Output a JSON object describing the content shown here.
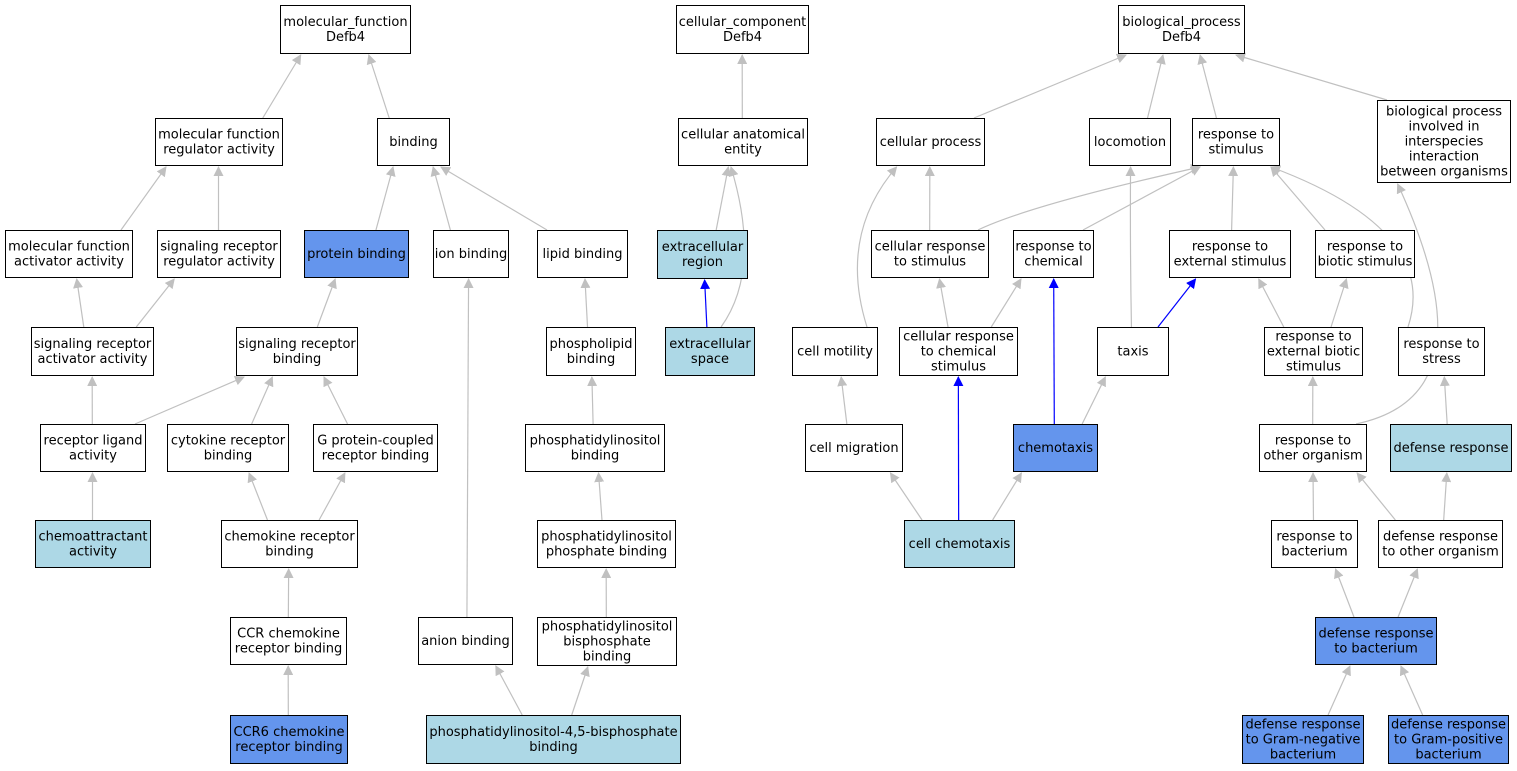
{
  "colors": {
    "plain": "#ffffff",
    "light": "#add8e6",
    "dark": "#6495ed",
    "edge": "#c0c0c0",
    "path_edge": "#0000ff"
  },
  "nodes": [
    {
      "id": "mf_root",
      "lines": [
        "molecular_function",
        "Defb4"
      ],
      "fill": "plain"
    },
    {
      "id": "mf_reg",
      "lines": [
        "molecular function",
        "regulator activity"
      ],
      "fill": "plain"
    },
    {
      "id": "binding",
      "lines": [
        "binding"
      ],
      "fill": "plain"
    },
    {
      "id": "mf_act",
      "lines": [
        "molecular function",
        "activator activity"
      ],
      "fill": "plain"
    },
    {
      "id": "sig_reg",
      "lines": [
        "signaling receptor",
        "regulator activity"
      ],
      "fill": "plain"
    },
    {
      "id": "protein_binding",
      "lines": [
        "protein binding"
      ],
      "fill": "dark"
    },
    {
      "id": "ion_binding",
      "lines": [
        "ion binding"
      ],
      "fill": "plain"
    },
    {
      "id": "lipid_binding",
      "lines": [
        "lipid binding"
      ],
      "fill": "plain"
    },
    {
      "id": "sig_act",
      "lines": [
        "signaling receptor",
        "activator activity"
      ],
      "fill": "plain"
    },
    {
      "id": "sig_bind",
      "lines": [
        "signaling receptor",
        "binding"
      ],
      "fill": "plain"
    },
    {
      "id": "phospholipid",
      "lines": [
        "phospholipid",
        "binding"
      ],
      "fill": "plain"
    },
    {
      "id": "rec_ligand",
      "lines": [
        "receptor ligand",
        "activity"
      ],
      "fill": "plain"
    },
    {
      "id": "cytokine",
      "lines": [
        "cytokine receptor",
        "binding"
      ],
      "fill": "plain"
    },
    {
      "id": "gpcr",
      "lines": [
        "G protein-coupled",
        "receptor binding"
      ],
      "fill": "plain"
    },
    {
      "id": "ptdins",
      "lines": [
        "phosphatidylinositol",
        "binding"
      ],
      "fill": "plain"
    },
    {
      "id": "chemoattr",
      "lines": [
        "chemoattractant",
        "activity"
      ],
      "fill": "light"
    },
    {
      "id": "chemokine",
      "lines": [
        "chemokine receptor",
        "binding"
      ],
      "fill": "plain"
    },
    {
      "id": "ptdins_p",
      "lines": [
        "phosphatidylinositol",
        "phosphate binding"
      ],
      "fill": "plain"
    },
    {
      "id": "ccr",
      "lines": [
        "CCR chemokine",
        "receptor binding"
      ],
      "fill": "plain"
    },
    {
      "id": "anion",
      "lines": [
        "anion binding"
      ],
      "fill": "plain"
    },
    {
      "id": "ptdins_bp",
      "lines": [
        "phosphatidylinositol",
        "bisphosphate",
        "binding"
      ],
      "fill": "plain"
    },
    {
      "id": "ccr6",
      "lines": [
        "CCR6 chemokine",
        "receptor binding"
      ],
      "fill": "dark"
    },
    {
      "id": "pip2",
      "lines": [
        "phosphatidylinositol-4,5-bisphosphate",
        "binding"
      ],
      "fill": "light"
    },
    {
      "id": "cc_root",
      "lines": [
        "cellular_component",
        "Defb4"
      ],
      "fill": "plain"
    },
    {
      "id": "cae",
      "lines": [
        "cellular anatomical",
        "entity"
      ],
      "fill": "plain"
    },
    {
      "id": "ecr",
      "lines": [
        "extracellular",
        "region"
      ],
      "fill": "light"
    },
    {
      "id": "ecs",
      "lines": [
        "extracellular",
        "space"
      ],
      "fill": "light"
    },
    {
      "id": "bp_root",
      "lines": [
        "biological_process",
        "Defb4"
      ],
      "fill": "plain"
    },
    {
      "id": "cell_proc",
      "lines": [
        "cellular process"
      ],
      "fill": "plain"
    },
    {
      "id": "locomotion",
      "lines": [
        "locomotion"
      ],
      "fill": "plain"
    },
    {
      "id": "resp_stim",
      "lines": [
        "response to",
        "stimulus"
      ],
      "fill": "plain"
    },
    {
      "id": "interspecies",
      "lines": [
        "biological process",
        "involved in",
        "interspecies",
        "interaction",
        "between organisms"
      ],
      "fill": "plain"
    },
    {
      "id": "cell_resp_stim",
      "lines": [
        "cellular response",
        "to stimulus"
      ],
      "fill": "plain"
    },
    {
      "id": "resp_chem",
      "lines": [
        "response to",
        "chemical"
      ],
      "fill": "plain"
    },
    {
      "id": "resp_ext",
      "lines": [
        "response to",
        "external stimulus"
      ],
      "fill": "plain"
    },
    {
      "id": "resp_biotic",
      "lines": [
        "response to",
        "biotic stimulus"
      ],
      "fill": "plain"
    },
    {
      "id": "cell_motility",
      "lines": [
        "cell motility"
      ],
      "fill": "plain"
    },
    {
      "id": "cell_resp_chem",
      "lines": [
        "cellular response",
        "to chemical",
        "stimulus"
      ],
      "fill": "plain"
    },
    {
      "id": "taxis",
      "lines": [
        "taxis"
      ],
      "fill": "plain"
    },
    {
      "id": "resp_ext_biotic",
      "lines": [
        "response to",
        "external biotic",
        "stimulus"
      ],
      "fill": "plain"
    },
    {
      "id": "resp_stress",
      "lines": [
        "response to",
        "stress"
      ],
      "fill": "plain"
    },
    {
      "id": "cell_migration",
      "lines": [
        "cell migration"
      ],
      "fill": "plain"
    },
    {
      "id": "chemotaxis",
      "lines": [
        "chemotaxis"
      ],
      "fill": "dark"
    },
    {
      "id": "resp_other_org",
      "lines": [
        "response to",
        "other organism"
      ],
      "fill": "plain"
    },
    {
      "id": "defense",
      "lines": [
        "defense response"
      ],
      "fill": "light"
    },
    {
      "id": "cell_chemotaxis",
      "lines": [
        "cell chemotaxis"
      ],
      "fill": "light"
    },
    {
      "id": "resp_bacterium",
      "lines": [
        "response to",
        "bacterium"
      ],
      "fill": "plain"
    },
    {
      "id": "def_other",
      "lines": [
        "defense response",
        "to other organism"
      ],
      "fill": "plain"
    },
    {
      "id": "def_bact",
      "lines": [
        "defense response",
        "to bacterium"
      ],
      "fill": "dark"
    },
    {
      "id": "def_gneg",
      "lines": [
        "defense response",
        "to Gram-negative",
        "bacterium"
      ],
      "fill": "dark"
    },
    {
      "id": "def_gpos",
      "lines": [
        "defense response",
        "to Gram-positive",
        "bacterium"
      ],
      "fill": "dark"
    }
  ],
  "edges": [
    {
      "from": "mf_reg",
      "to": "mf_root",
      "style": "normal"
    },
    {
      "from": "binding",
      "to": "mf_root",
      "style": "normal"
    },
    {
      "from": "mf_act",
      "to": "mf_reg",
      "style": "normal"
    },
    {
      "from": "sig_reg",
      "to": "mf_reg",
      "style": "normal"
    },
    {
      "from": "protein_binding",
      "to": "binding",
      "style": "normal"
    },
    {
      "from": "ion_binding",
      "to": "binding",
      "style": "normal"
    },
    {
      "from": "lipid_binding",
      "to": "binding",
      "style": "normal"
    },
    {
      "from": "sig_act",
      "to": "mf_act",
      "style": "normal"
    },
    {
      "from": "sig_act",
      "to": "sig_reg",
      "style": "normal"
    },
    {
      "from": "sig_bind",
      "to": "protein_binding",
      "style": "normal"
    },
    {
      "from": "phospholipid",
      "to": "lipid_binding",
      "style": "normal"
    },
    {
      "from": "rec_ligand",
      "to": "sig_act",
      "style": "normal"
    },
    {
      "from": "rec_ligand",
      "to": "sig_bind",
      "style": "normal"
    },
    {
      "from": "cytokine",
      "to": "sig_bind",
      "style": "normal"
    },
    {
      "from": "gpcr",
      "to": "sig_bind",
      "style": "normal"
    },
    {
      "from": "ptdins",
      "to": "phospholipid",
      "style": "normal"
    },
    {
      "from": "chemoattr",
      "to": "rec_ligand",
      "style": "normal"
    },
    {
      "from": "chemokine",
      "to": "cytokine",
      "style": "normal"
    },
    {
      "from": "chemokine",
      "to": "gpcr",
      "style": "normal"
    },
    {
      "from": "ptdins_p",
      "to": "ptdins",
      "style": "normal"
    },
    {
      "from": "ccr",
      "to": "chemokine",
      "style": "normal"
    },
    {
      "from": "anion",
      "to": "ion_binding",
      "style": "normal"
    },
    {
      "from": "ptdins_bp",
      "to": "ptdins_p",
      "style": "normal"
    },
    {
      "from": "ccr6",
      "to": "ccr",
      "style": "normal"
    },
    {
      "from": "pip2",
      "to": "anion",
      "style": "normal"
    },
    {
      "from": "pip2",
      "to": "ptdins_bp",
      "style": "normal"
    },
    {
      "from": "cae",
      "to": "cc_root",
      "style": "normal"
    },
    {
      "from": "ecr",
      "to": "cae",
      "style": "normal"
    },
    {
      "from": "ecs",
      "to": "ecr",
      "style": "path"
    },
    {
      "from": "ecs",
      "to": "cae",
      "style": "normal"
    },
    {
      "from": "cell_proc",
      "to": "bp_root",
      "style": "normal"
    },
    {
      "from": "locomotion",
      "to": "bp_root",
      "style": "normal"
    },
    {
      "from": "resp_stim",
      "to": "bp_root",
      "style": "normal"
    },
    {
      "from": "interspecies",
      "to": "bp_root",
      "style": "normal"
    },
    {
      "from": "cell_resp_stim",
      "to": "cell_proc",
      "style": "normal"
    },
    {
      "from": "cell_resp_stim",
      "to": "resp_stim",
      "style": "normal"
    },
    {
      "from": "resp_chem",
      "to": "resp_stim",
      "style": "normal"
    },
    {
      "from": "resp_ext",
      "to": "resp_stim",
      "style": "normal"
    },
    {
      "from": "resp_biotic",
      "to": "resp_stim",
      "style": "normal"
    },
    {
      "from": "cell_motility",
      "to": "cell_proc",
      "style": "normal"
    },
    {
      "from": "cell_resp_chem",
      "to": "cell_resp_stim",
      "style": "normal"
    },
    {
      "from": "cell_resp_chem",
      "to": "resp_chem",
      "style": "normal"
    },
    {
      "from": "taxis",
      "to": "locomotion",
      "style": "normal"
    },
    {
      "from": "taxis",
      "to": "resp_ext",
      "style": "path"
    },
    {
      "from": "resp_ext_biotic",
      "to": "resp_ext",
      "style": "normal"
    },
    {
      "from": "resp_ext_biotic",
      "to": "resp_biotic",
      "style": "normal"
    },
    {
      "from": "resp_stress",
      "to": "resp_stim",
      "style": "normal"
    },
    {
      "from": "cell_migration",
      "to": "cell_motility",
      "style": "normal"
    },
    {
      "from": "chemotaxis",
      "to": "resp_chem",
      "style": "path"
    },
    {
      "from": "chemotaxis",
      "to": "taxis",
      "style": "normal"
    },
    {
      "from": "resp_other_org",
      "to": "resp_ext_biotic",
      "style": "normal"
    },
    {
      "from": "resp_other_org",
      "to": "interspecies",
      "style": "normal"
    },
    {
      "from": "defense",
      "to": "resp_stress",
      "style": "normal"
    },
    {
      "from": "cell_chemotaxis",
      "to": "cell_migration",
      "style": "normal"
    },
    {
      "from": "cell_chemotaxis",
      "to": "chemotaxis",
      "style": "normal"
    },
    {
      "from": "cell_chemotaxis",
      "to": "cell_resp_chem",
      "style": "path"
    },
    {
      "from": "resp_bacterium",
      "to": "resp_other_org",
      "style": "normal"
    },
    {
      "from": "def_other",
      "to": "resp_other_org",
      "style": "normal"
    },
    {
      "from": "def_other",
      "to": "defense",
      "style": "normal"
    },
    {
      "from": "def_bact",
      "to": "resp_bacterium",
      "style": "normal"
    },
    {
      "from": "def_bact",
      "to": "def_other",
      "style": "normal"
    },
    {
      "from": "def_gneg",
      "to": "def_bact",
      "style": "normal"
    },
    {
      "from": "def_gpos",
      "to": "def_bact",
      "style": "normal"
    }
  ]
}
